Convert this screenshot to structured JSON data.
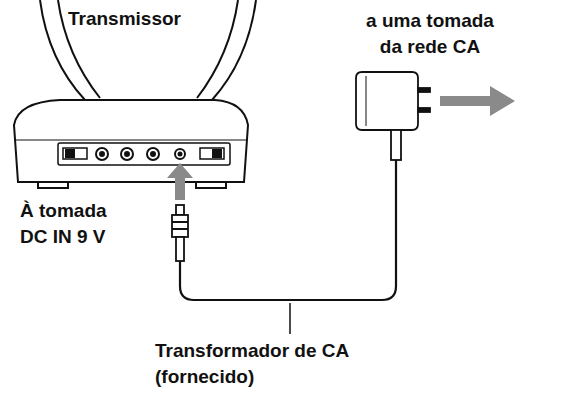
{
  "diagram": {
    "labels": [
      "Transmissor",
      "a uma tomada da rede CA",
      "À tomada DC IN 9 V",
      "Transformador de CA (fornecido)"
    ]
  }
}
